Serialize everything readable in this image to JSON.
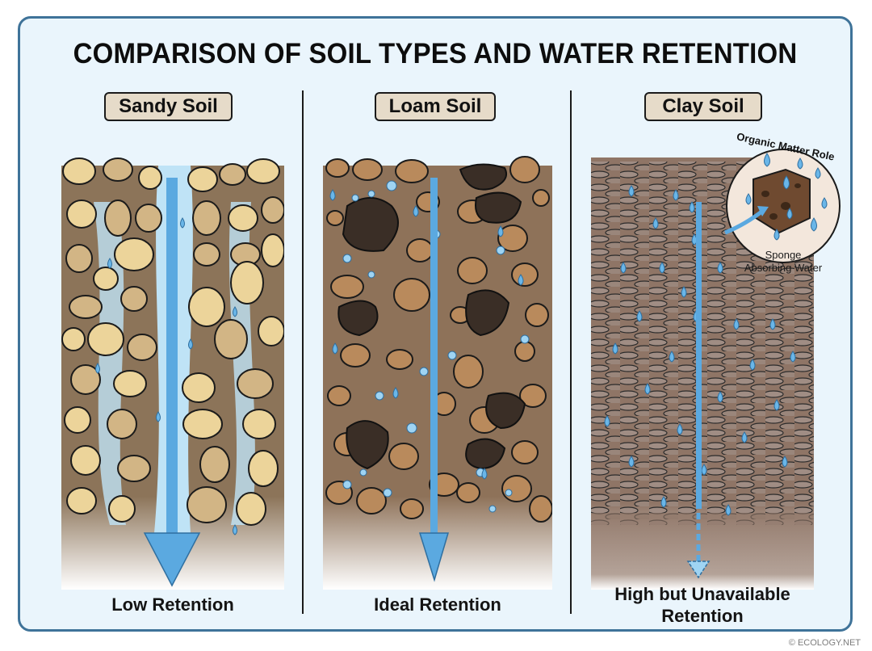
{
  "title": "COMPARISON OF SOIL TYPES AND WATER RETENTION",
  "panels": [
    {
      "label": "Sandy Soil",
      "caption": "Low Retention",
      "soil_color": "#8c7459",
      "particle_color": "#ecd49a"
    },
    {
      "label": "Loam Soil",
      "caption": "Ideal Retention",
      "soil_color": "#8e7259",
      "particle_color": "#b98a5c",
      "organic_color": "#3a2e26"
    },
    {
      "label": "Clay Soil",
      "caption_line1": "High but Unavailable",
      "caption_line2": "Retention",
      "soil_color": "#8f7566",
      "particle_color": "#9e8a80"
    }
  ],
  "inset": {
    "title": "Organic Matter Role",
    "caption_line1": "Sponge",
    "caption_line2": "Absorbing Water"
  },
  "footer": "© ECOLOGY.NET",
  "colors": {
    "frame_border": "#3f7399",
    "frame_bg": "#eaf5fc",
    "water": "#5ba9e0",
    "label_bg": "#e6dbc9"
  }
}
